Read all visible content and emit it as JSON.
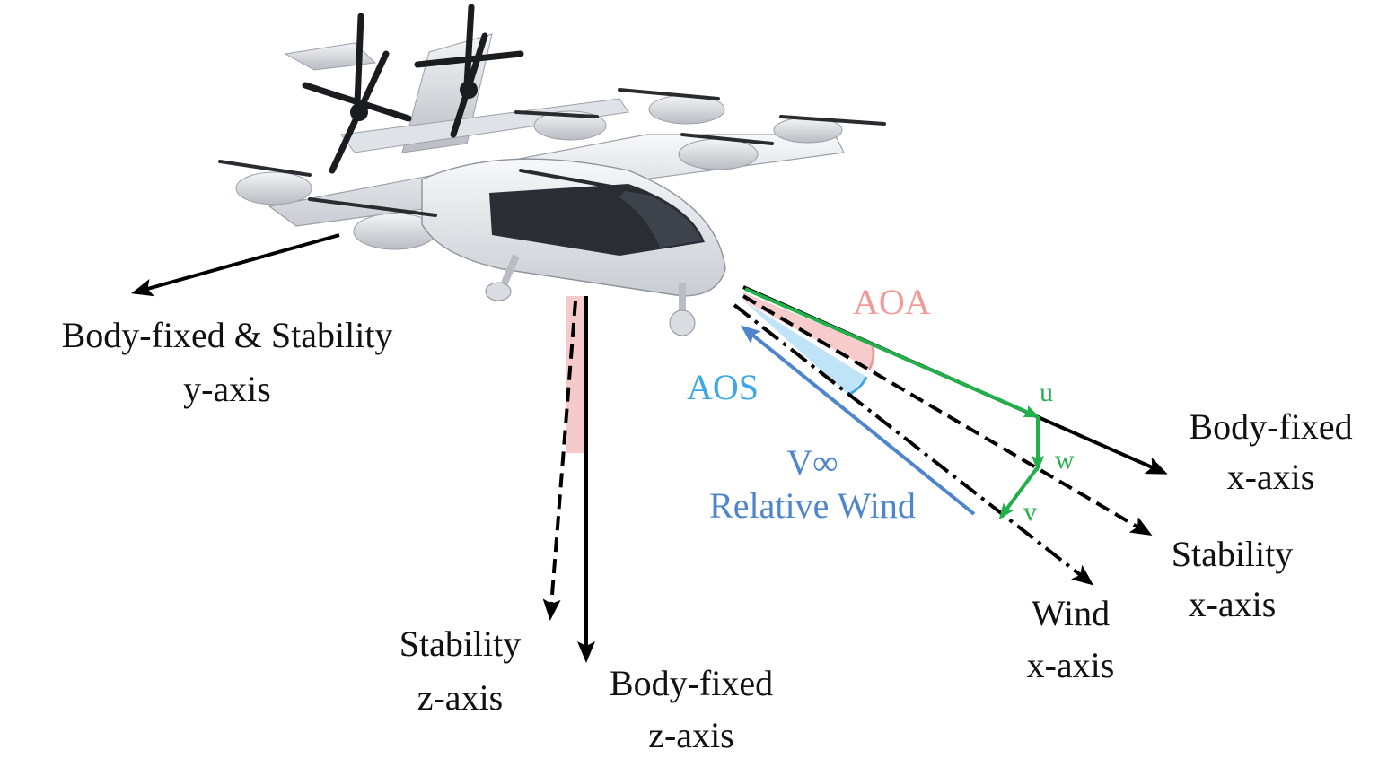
{
  "labels": {
    "y_axis": [
      "Body-fixed & Stability",
      "y-axis"
    ],
    "body_x": [
      "Body-fixed",
      "x-axis"
    ],
    "stability_x": [
      "Stability",
      "x-axis"
    ],
    "wind_x": [
      "Wind",
      "x-axis"
    ],
    "stability_z": [
      "Stability",
      "z-axis"
    ],
    "body_z": [
      "Body-fixed",
      "z-axis"
    ],
    "aoa": "AOA",
    "aos": "AOS",
    "v_inf": "V∞",
    "relative_wind": "Relative Wind"
  },
  "components": {
    "u": "u",
    "w": "w",
    "v": "v"
  },
  "colors": {
    "axis": "#000000",
    "aoa": "#f29a9a",
    "aos": "#3ea8e6",
    "relative_wind": "#4f85cc",
    "velocity_components": "#22b04a",
    "aircraft_body": "#e4e6ea"
  }
}
